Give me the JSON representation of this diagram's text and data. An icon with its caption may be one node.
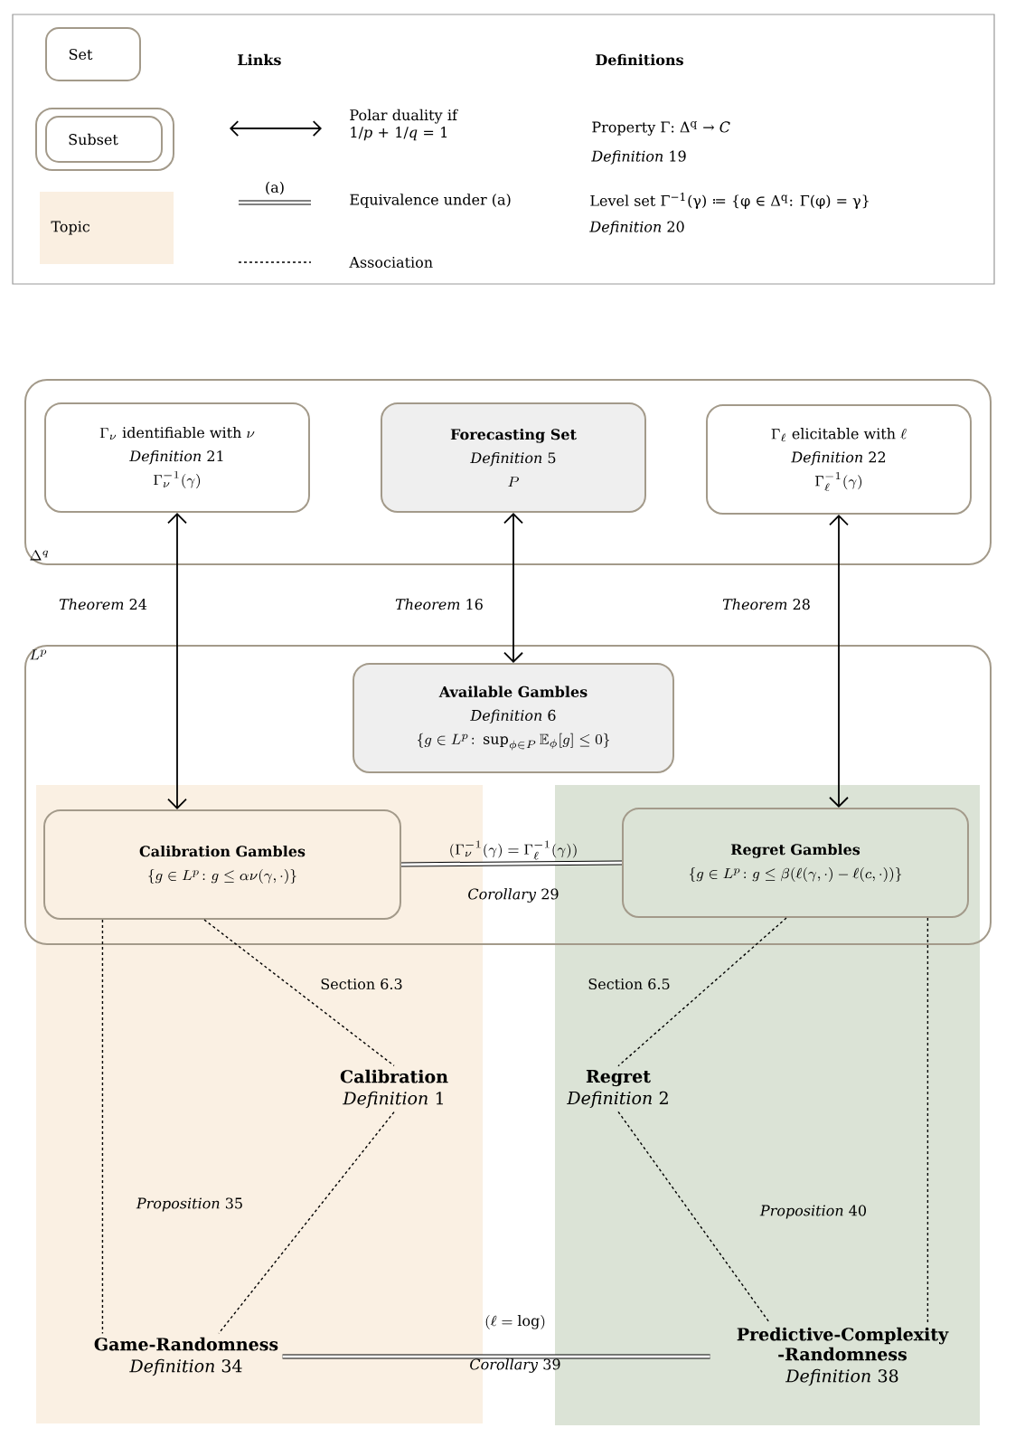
{
  "diagram": {
    "nodes": [
      {
        "text": [
          "\\Delta^q"
        ]
      },
      {
        "text": [
          "\\Gamma_\\nu \\text{ identifiable with } \\nu",
          "*Definition* 21",
          "\\Gamma_\\nu^{-1}(\\gamma)"
        ],
        "in": 0
      },
      {
        "text": [
          "Forecasting Set",
          "*Definition* 5",
          "P"
        ],
        "in": 0
      },
      {
        "text": [
          "\\Gamma_\\ell \\text{ elicitable with } \\ell",
          "*Definition* 22",
          "\\Gamma_\\ell^{-1}(\\gamma)"
        ],
        "in": 0
      },
      {
        "text": [
          "L^p"
        ]
      },
      {
        "text": [
          "Available Gambles",
          "*Definition* 6",
          "\\{g \\in L^p\\colon \\sup_{\\phi\\in P}\\mathbb{E}_\\phi[g] \\le 0\\}"
        ],
        "in": 4
      },
      {
        "text": [],
        "shape": "box"
      },
      {
        "text": [],
        "shape": "box"
      },
      {
        "text": [
          "Calibration Gambles",
          "\\{g \\in L^p\\colon g \\le \\alpha\\nu(\\gamma,\\cdot)\\}"
        ]
      },
      {
        "text": [
          "Regret Gambles",
          "\\{g \\in L^p\\colon g \\le \\beta(\\ell(\\gamma,\\cdot) - \\ell(c,\\cdot))\\}"
        ]
      },
      {
        "text": [
          "Calibration",
          "*Definition* 1"
        ],
        "in": 6
      },
      {
        "text": [
          "Regret",
          "*Definition* 2"
        ],
        "in": 7
      },
      {
        "text": [
          "Game-Randomness",
          "*Definition* 34"
        ],
        "in": 6
      },
      {
        "text": [
          "Predictive-Complexity -Randomness",
          "*Definition* 38"
        ],
        "in": 7
      }
    ],
    "edges": [
      {
        "from": 1,
        "to": 8,
        "arrow": "both",
        "label": "*Theorem* 24"
      },
      {
        "from": 2,
        "to": 5,
        "arrow": "both",
        "label": "*Theorem* 16"
      },
      {
        "from": 3,
        "to": 9,
        "arrow": "both",
        "label": "*Theorem* 28"
      },
      {
        "from": 8,
        "to": 9,
        "arrow": "none",
        "style": "thick",
        "label": "(\\Gamma_\\nu^{-1}(\\gamma) = \\Gamma_\\ell^{-1}(\\gamma))"
      },
      {
        "from": 8,
        "to": 12,
        "arrow": "none",
        "style": "dashed"
      },
      {
        "from": 8,
        "to": 10,
        "arrow": "none",
        "style": "dashed",
        "label": "Section 6.3"
      },
      {
        "from": 10,
        "to": 12,
        "arrow": "none",
        "style": "dashed",
        "label": "*Proposition* 35"
      },
      {
        "from": 9,
        "to": 11,
        "arrow": "none",
        "style": "dashed",
        "label": "Section 6.5"
      },
      {
        "from": 11,
        "to": 13,
        "arrow": "none",
        "style": "dashed",
        "label": "*Proposition* 40"
      },
      {
        "from": 9,
        "to": 13,
        "arrow": "none",
        "style": "dashed"
      },
      {
        "from": 12,
        "to": 13,
        "arrow": "none",
        "style": "thick",
        "label": "(\\ell = \\log)"
      }
    ],
    "labels": [
      "Links",
      "Definitions",
      "Property Γ: Δ$^{q}$ → *C*",
      "*Definition* 19",
      "(a)",
      "Level set Γ$^{−1}$(γ) ≔ {φ ∈ Δ$^{q}$: Γ(φ) = γ}",
      "*Definition* 20",
      "*Corollary* 29",
      "*Corollary* 39"
    ],
    "legend": [
      {
        "text": "Set"
      },
      {
        "text": "Subset"
      },
      {
        "text": "Topic",
        "color": "#faefe1"
      },
      {
        "text": "Polar duality if 1/*p* + 1/*q* = 1"
      },
      {
        "text": "Equivalence under (a)"
      },
      {
        "text": "Association"
      }
    ]
  }
}
